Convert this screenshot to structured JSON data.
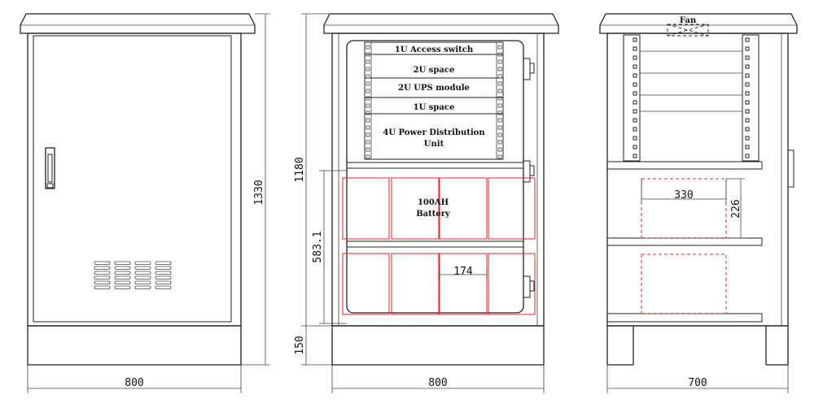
{
  "front_view": {
    "width_dim": "800",
    "height_dim": "1330"
  },
  "open_view": {
    "rack_items": [
      "1U Access switch",
      "2U space",
      "2U UPS module",
      "1U space",
      "4U Power Distribution",
      "Unit"
    ],
    "battery_line1": "100AH",
    "battery_line2": "Battery",
    "battery_width_dim": "174",
    "height_dim": "1180",
    "battery_height_dim": "583.1",
    "base_dim": "150",
    "width_dim": "800"
  },
  "side_view": {
    "fan_label": "Fan",
    "compartment_width_dim": "330",
    "compartment_height_dim": "226",
    "width_dim": "700"
  }
}
